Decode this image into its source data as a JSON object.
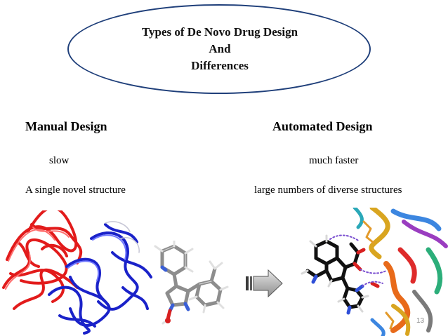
{
  "slide": {
    "title_lines": [
      "Types of De Novo Drug Design",
      "And",
      "Differences"
    ],
    "left_column": {
      "heading": "Manual Design",
      "speed": "slow",
      "output": "A single novel structure"
    },
    "right_column": {
      "heading": "Automated Design",
      "speed": "much faster",
      "output": "large numbers of diverse structures"
    },
    "page_number": "13",
    "colors": {
      "ellipse_border": "#1f3f7a",
      "protein_red": "#e21b1b",
      "protein_blue": "#1a22c9",
      "arrow_gray": "#b5b5b5"
    },
    "icons": [
      "protein-ribbon-image",
      "ligand-molecule-image",
      "right-arrow-icon",
      "docked-complex-image"
    ]
  }
}
